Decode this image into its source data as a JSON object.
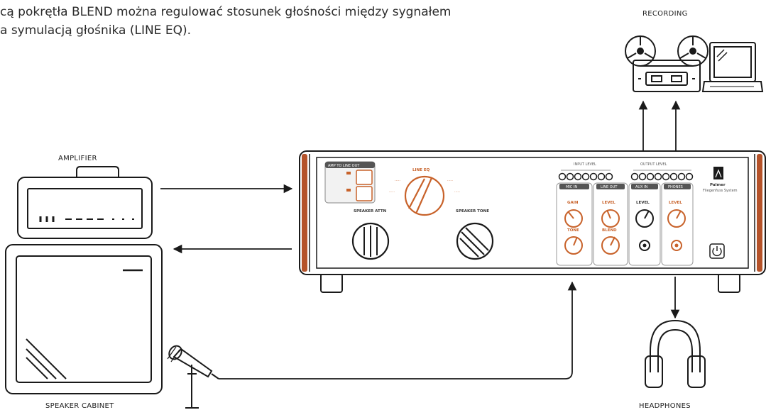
{
  "intro_line1": "cą pokrętła BLEND można regulować stosunek głośności między sygnałem",
  "intro_line2": "a symulacją głośnika (LINE EQ).",
  "labels": {
    "recording": "RECORDING",
    "amplifier": "AMPLIFIER",
    "speaker_cabinet": "SPEAKER CABINET",
    "headphones": "HEADPHONES"
  },
  "device": {
    "amp_to_line_out": "AMP TO LINE OUT",
    "line_eq": "LINE EQ",
    "speaker_attn": "SPEAKER ATTN",
    "speaker_tone": "SPEAKER TONE",
    "input_level": "INPUT LEVEL",
    "output_level": "OUTPUT LEVEL",
    "mic_in": "MIC IN",
    "line_out": "LINE OUT",
    "aux_in": "AUX IN",
    "phones": "PHONES",
    "gain": "GAIN",
    "tone": "TONE",
    "level": "LEVEL",
    "blend": "BLEND",
    "brand": "Palmer",
    "brand_sub": "Fliegenfuss System"
  },
  "colors": {
    "accent": "#c8622a",
    "line": "#1a1a1a"
  }
}
